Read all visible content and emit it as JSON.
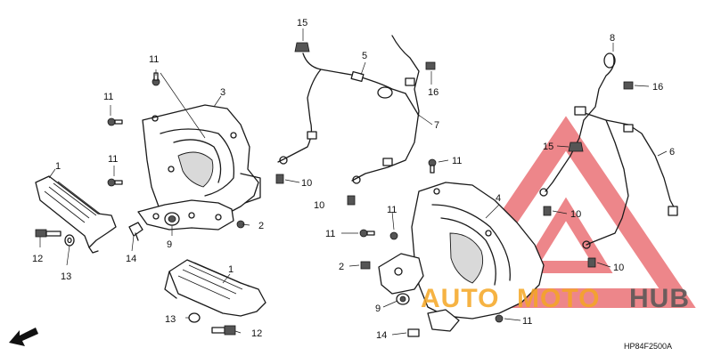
{
  "diagram": {
    "footer_code": "HP84F2500A",
    "direction_label": "FR.",
    "callouts": {
      "c1a": "1",
      "c1b": "1",
      "c2a": "2",
      "c2b": "2",
      "c3": "3",
      "c4": "4",
      "c5": "5",
      "c6": "6",
      "c7": "7",
      "c8": "8",
      "c9a": "9",
      "c9b": "9",
      "c10a": "10",
      "c10b": "10",
      "c10c": "10",
      "c10d": "10",
      "c11a": "11",
      "c11b": "11",
      "c11c": "11",
      "c11d": "11",
      "c11e": "11",
      "c11f": "11",
      "c11g": "11",
      "c12a": "12",
      "c12b": "12",
      "c13a": "13",
      "c13b": "13",
      "c14a": "14",
      "c14b": "14",
      "c15a": "15",
      "c15b": "15",
      "c16a": "16",
      "c16b": "16"
    }
  },
  "watermark": {
    "brand_part1": "AUTO",
    "brand_part2": "MOTO",
    "brand_part3": "HUB",
    "color_red": "#e0242b",
    "color_orange": "#f5a623",
    "color_gray": "#555555"
  }
}
